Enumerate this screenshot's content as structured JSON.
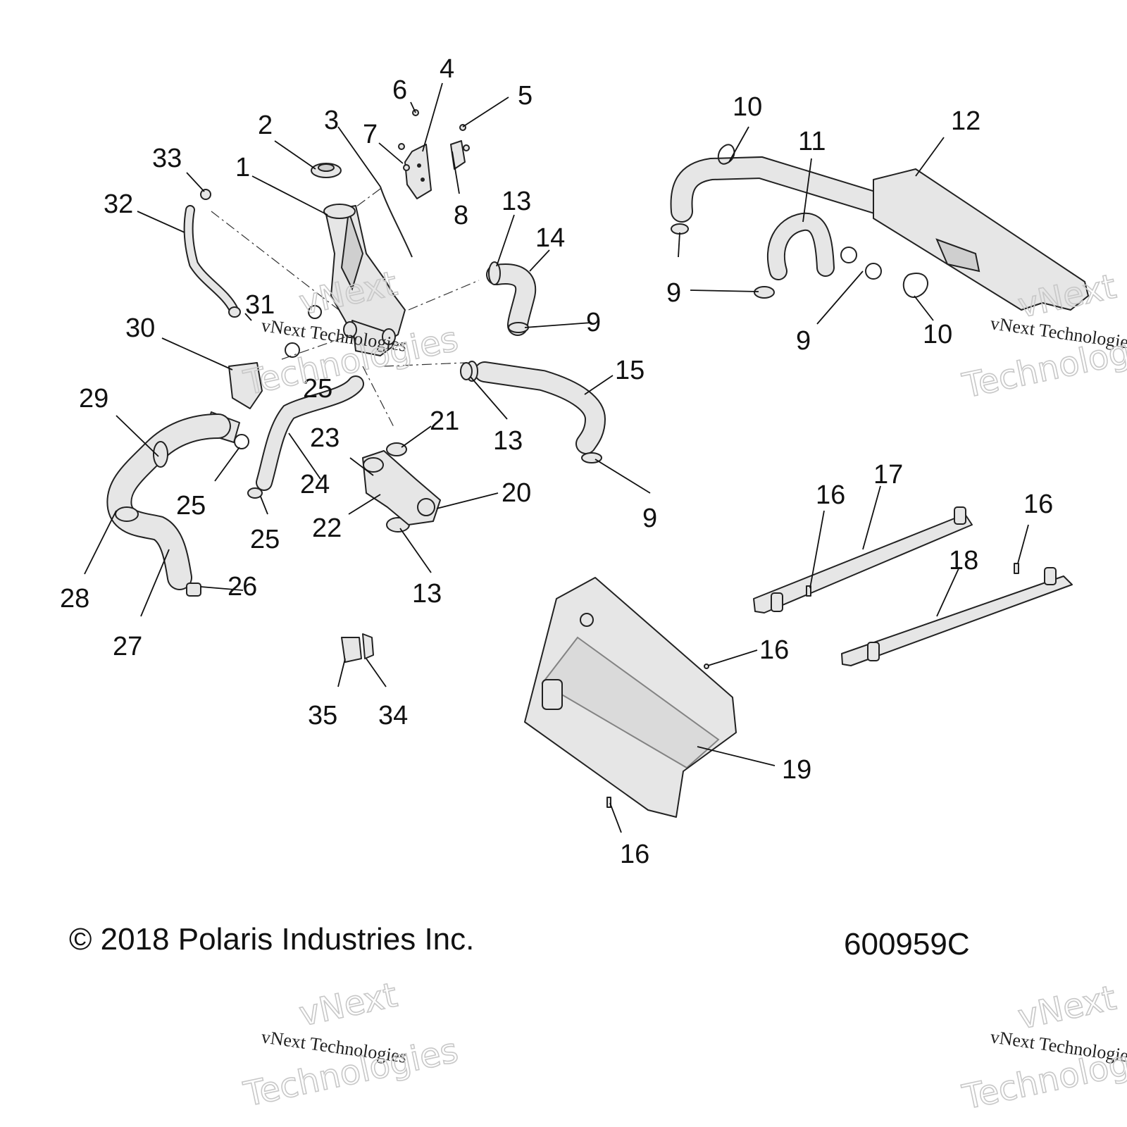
{
  "callouts": [
    {
      "id": "1",
      "label": "1"
    },
    {
      "id": "2",
      "label": "2"
    },
    {
      "id": "3",
      "label": "3"
    },
    {
      "id": "4",
      "label": "4"
    },
    {
      "id": "5",
      "label": "5"
    },
    {
      "id": "6",
      "label": "6"
    },
    {
      "id": "7",
      "label": "7"
    },
    {
      "id": "8",
      "label": "8"
    },
    {
      "id": "9a",
      "label": "9"
    },
    {
      "id": "9b",
      "label": "9"
    },
    {
      "id": "9c",
      "label": "9"
    },
    {
      "id": "9d",
      "label": "9"
    },
    {
      "id": "10a",
      "label": "10"
    },
    {
      "id": "10b",
      "label": "10"
    },
    {
      "id": "11",
      "label": "11"
    },
    {
      "id": "12",
      "label": "12"
    },
    {
      "id": "13a",
      "label": "13"
    },
    {
      "id": "13b",
      "label": "13"
    },
    {
      "id": "13c",
      "label": "13"
    },
    {
      "id": "14",
      "label": "14"
    },
    {
      "id": "15",
      "label": "15"
    },
    {
      "id": "16a",
      "label": "16"
    },
    {
      "id": "16b",
      "label": "16"
    },
    {
      "id": "16c",
      "label": "16"
    },
    {
      "id": "16d",
      "label": "16"
    },
    {
      "id": "17",
      "label": "17"
    },
    {
      "id": "18",
      "label": "18"
    },
    {
      "id": "19",
      "label": "19"
    },
    {
      "id": "20",
      "label": "20"
    },
    {
      "id": "21",
      "label": "21"
    },
    {
      "id": "22",
      "label": "22"
    },
    {
      "id": "23",
      "label": "23"
    },
    {
      "id": "24",
      "label": "24"
    },
    {
      "id": "25a",
      "label": "25"
    },
    {
      "id": "25b",
      "label": "25"
    },
    {
      "id": "25c",
      "label": "25"
    },
    {
      "id": "26",
      "label": "26"
    },
    {
      "id": "27",
      "label": "27"
    },
    {
      "id": "28",
      "label": "28"
    },
    {
      "id": "29",
      "label": "29"
    },
    {
      "id": "30",
      "label": "30"
    },
    {
      "id": "31",
      "label": "31"
    },
    {
      "id": "32",
      "label": "32"
    },
    {
      "id": "33",
      "label": "33"
    },
    {
      "id": "34",
      "label": "34"
    },
    {
      "id": "35",
      "label": "35"
    }
  ],
  "footer": {
    "copyright": "© 2018 Polaris Industries Inc.",
    "diagram_number": "600959C"
  },
  "watermark": {
    "small": "vNext Technologies",
    "big_line1": "vNext",
    "big_line2": "Technologies"
  }
}
